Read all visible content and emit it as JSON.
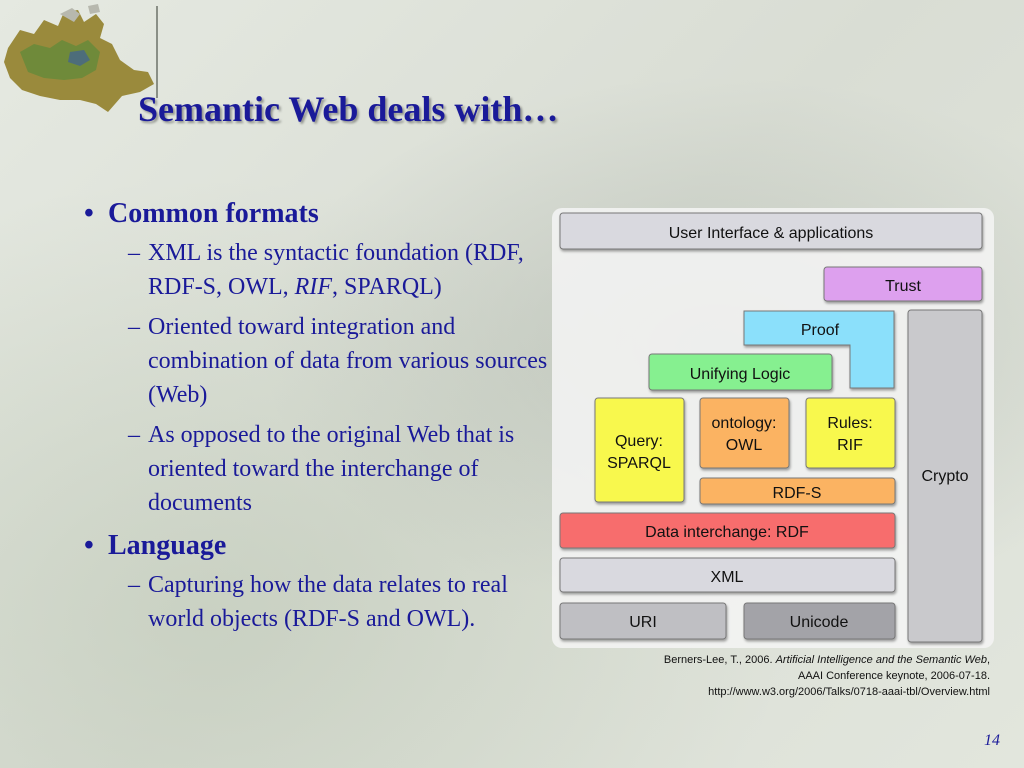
{
  "slide": {
    "title": "Semantic Web deals with…",
    "page_number": "14"
  },
  "bullets": [
    {
      "label": "Common formats",
      "items": [
        {
          "parts": [
            "XML is the syntactic foundation (RDF, RDF-S, OWL, ",
            "RIF",
            ", SPARQL)"
          ]
        },
        {
          "text": "Oriented toward integration and combination of data from various sources (Web)"
        },
        {
          "text": "As opposed to the original Web that is oriented toward the interchange of documents"
        }
      ]
    },
    {
      "label": "Language",
      "items": [
        {
          "text": "Capturing how the data relates to real world objects (RDF-S and OWL)."
        }
      ]
    }
  ],
  "diagram": {
    "layers": {
      "user_interface": "User Interface & applications",
      "trust": "Trust",
      "proof": "Proof",
      "unifying_logic": "Unifying Logic",
      "query": "Query:\nSPARQL",
      "ontology": "ontology:\nOWL",
      "rules": "Rules:\nRIF",
      "rdfs": "RDF-S",
      "crypto": "Crypto",
      "data_interchange": "Data interchange: RDF",
      "xml": "XML",
      "uri": "URI",
      "unicode": "Unicode"
    },
    "colors": {
      "user_interface": "#d9d9df",
      "trust": "#dda0ee",
      "proof": "#8be0fb",
      "unifying_logic": "#86f090",
      "query": "#f8f84e",
      "ontology": "#fbb362",
      "rules": "#f8f84e",
      "rdfs": "#fbb362",
      "crypto": "#c9c9cc",
      "data_interchange": "#f76d6d",
      "xml": "#d9d9df",
      "uri": "#bfbfc3",
      "unicode": "#a3a3a8"
    }
  },
  "caption": {
    "line1_prefix": "Berners-Lee, T., 2006. ",
    "line1_italic": "Artificial Intelligence and the Semantic Web",
    "line1_suffix": ",",
    "line2": "AAAI Conference keynote, 2006-07-18.",
    "line3": "http://www.w3.org/2006/Talks/0718-aaai-tbl/Overview.html"
  }
}
